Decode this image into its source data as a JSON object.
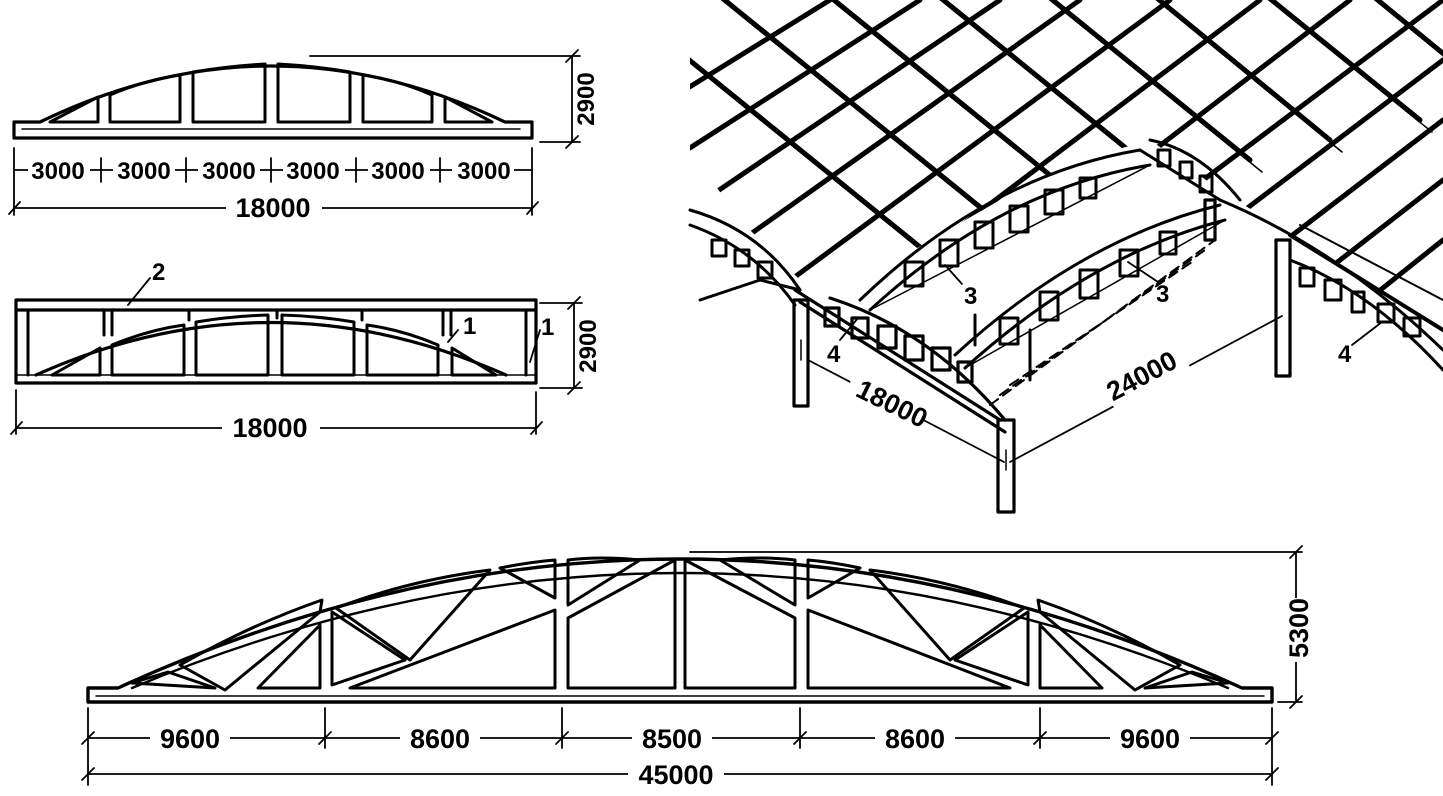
{
  "truss_a": {
    "panels": [
      "3000",
      "3000",
      "3000",
      "3000",
      "3000",
      "3000"
    ],
    "span": "18000",
    "height": "2900"
  },
  "truss_b": {
    "span": "18000",
    "height": "2900",
    "callout_2": "2",
    "callout_1a": "1",
    "callout_1b": "1"
  },
  "roof": {
    "span_short": "18000",
    "span_long": "24000",
    "callout_3a": "3",
    "callout_3b": "3",
    "callout_4a": "4",
    "callout_4b": "4"
  },
  "truss_c": {
    "panels": [
      "9600",
      "8600",
      "8500",
      "8600",
      "9600"
    ],
    "span": "45000",
    "height": "5300"
  }
}
